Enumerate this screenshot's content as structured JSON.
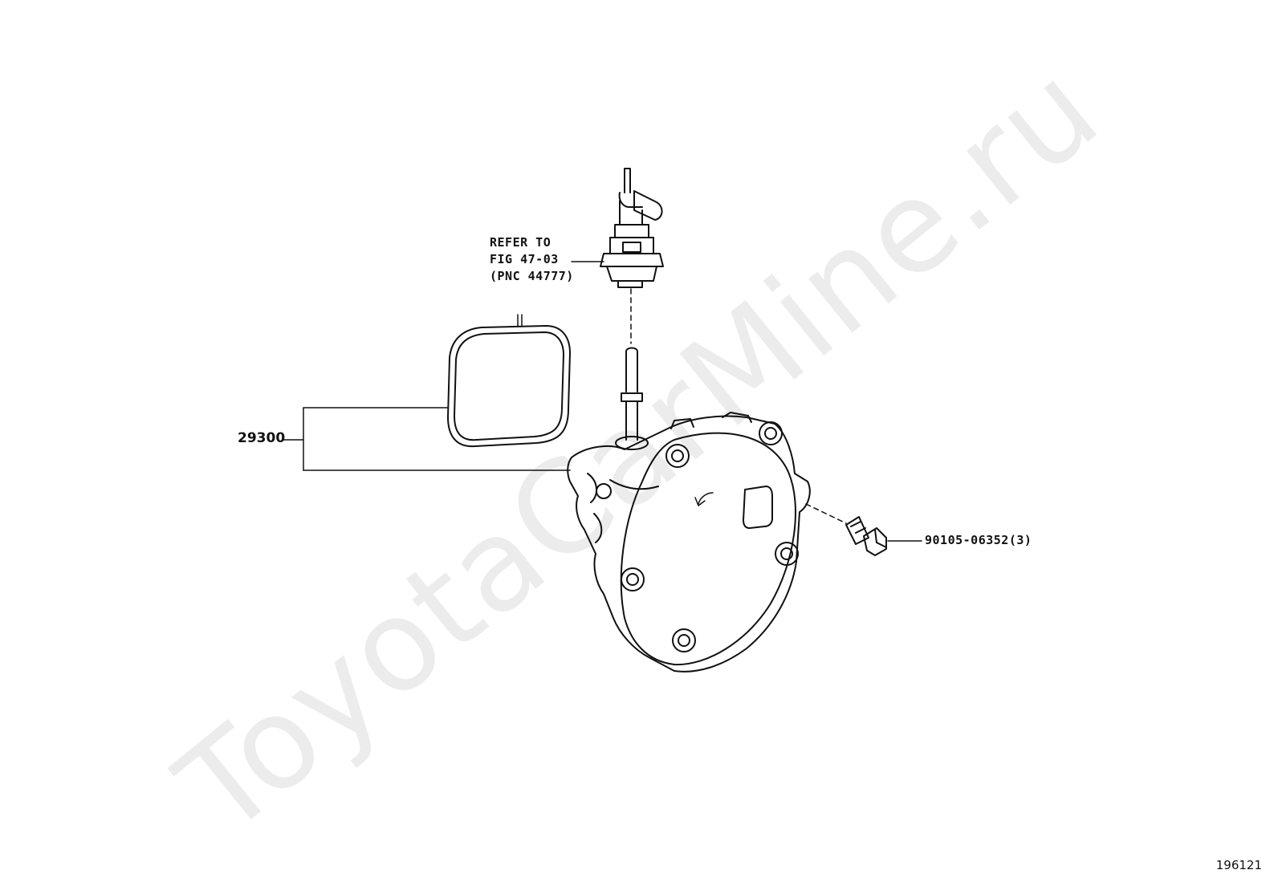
{
  "watermark": "ToyotaCarMine.ru",
  "callouts": {
    "sensor_ref": [
      "REFER TO",
      "FIG 47-03",
      "(PNC 44777)"
    ],
    "pump_assembly": "29300",
    "bolt": "90105-06352(3)"
  },
  "illustration_id": "196121"
}
